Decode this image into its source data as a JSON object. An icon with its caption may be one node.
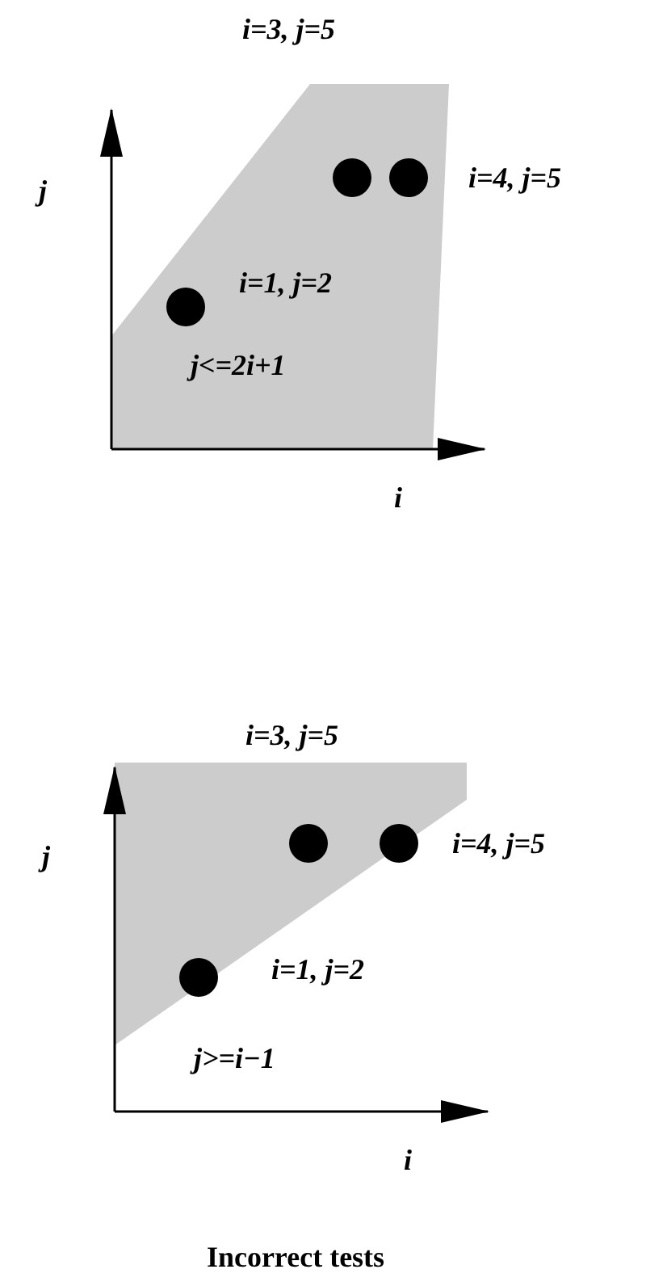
{
  "diagram": {
    "caption": "Incorrect tests",
    "labels": [
      "i=3, j=5",
      "j",
      "i=4, j=5",
      "i=1, j=2",
      "j<=2i+1",
      "i",
      "i=3, j=5",
      "j",
      "i=4, j=5",
      "i=1, j=2",
      "j>=i−1",
      "i"
    ]
  }
}
